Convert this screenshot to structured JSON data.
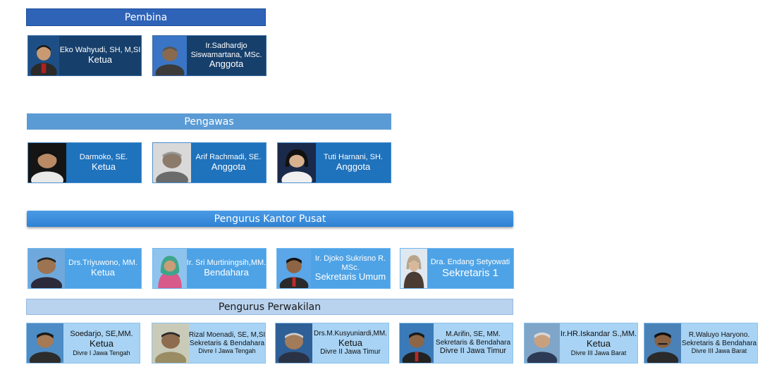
{
  "sections": {
    "pembina": "Pembina",
    "pengawas": "Pengawas",
    "pusat": "Pengurus Kantor Pusat",
    "perwakilan": "Pengurus Perwakilan"
  },
  "colors": {
    "pembina_header": "#2e63b8",
    "pembina_card": "#163f6b",
    "pengawas_card": "#1f72bc",
    "pusat_card": "#4ea3e6",
    "perwakilan_card": "#a8d3f4"
  },
  "pembina": [
    {
      "name": "Eko Wahyudi, SH, M,SI",
      "role": "Ketua"
    },
    {
      "name": "Ir.Sadhardjo Siswamartana, MSc.",
      "role": "Anggota"
    }
  ],
  "pengawas": [
    {
      "name": "Darmoko, SE.",
      "role": "Ketua"
    },
    {
      "name": "Arif Rachmadi, SE.",
      "role": "Anggota"
    },
    {
      "name": "Tuti Harnani, SH.",
      "role": "Anggota"
    }
  ],
  "pusat": [
    {
      "name": "Drs.Triyuwono, MM.",
      "role": "Ketua"
    },
    {
      "name": "Ir. Sri Murtiningsih,MM.",
      "role": "Bendahara"
    },
    {
      "name": "Ir. Djoko Sukrisno R. MSc.",
      "role": "Sekretaris Umum"
    },
    {
      "name": "Dra. Endang Setyowati",
      "role": "Sekretaris 1"
    }
  ],
  "perwakilan": [
    {
      "name": "Soedarjo, SE,MM.",
      "role": "Ketua",
      "division": "Divre I Jawa Tengah"
    },
    {
      "name": "Rizal Moenadi, SE, M,SI",
      "role": "Sekretaris & Bendahara",
      "division": "Divre I Jawa Tengah"
    },
    {
      "name": "Drs.M.Kusyuniardi,MM.",
      "role": "Ketua",
      "division": "Divre II Jawa Timur"
    },
    {
      "name": "M.Arifin, SE, MM.",
      "role": "Sekretaris & Bendahara",
      "division": "Divre II Jawa Timur"
    },
    {
      "name": "Ir.HR.Iskandar S.,MM.",
      "role": "Ketua",
      "division": "Divre III Jawa Barat"
    },
    {
      "name": "R.Waluyo Haryono.",
      "role": "Sekretaris & Bendahara",
      "division": "Divre III Jawa Barat"
    }
  ]
}
